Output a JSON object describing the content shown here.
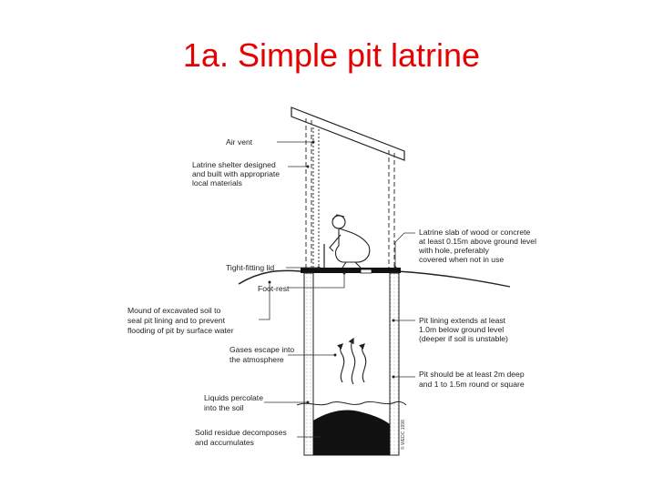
{
  "title": "1a. Simple pit latrine",
  "labels": {
    "air_vent": [
      "Air vent"
    ],
    "shelter": [
      "Latrine shelter designed",
      "and built with appropriate",
      "local materials"
    ],
    "lid": [
      "Tight-fitting lid"
    ],
    "footrest": [
      "Foot-rest"
    ],
    "mound": [
      "Mound of excavated soil to",
      "seal pit lining and to prevent",
      "flooding of pit by surface water"
    ],
    "gases": [
      "Gases escape into",
      "the atmosphere"
    ],
    "liquids": [
      "Liquids percolate",
      "into the soil"
    ],
    "solid": [
      "Solid residue decomposes",
      "and accumulates"
    ],
    "slab": [
      "Latrine slab of wood or concrete",
      "at least 0.15m above ground level",
      "with hole, preferably",
      "covered when not in use"
    ],
    "lining": [
      "Pit lining extends at least",
      "1.0m below ground level",
      "(deeper if soil is unstable)"
    ],
    "depth": [
      "Pit should be at least 2m deep",
      "and 1 to 1.5m round or square"
    ]
  },
  "copyright": "© WEDC 1998"
}
